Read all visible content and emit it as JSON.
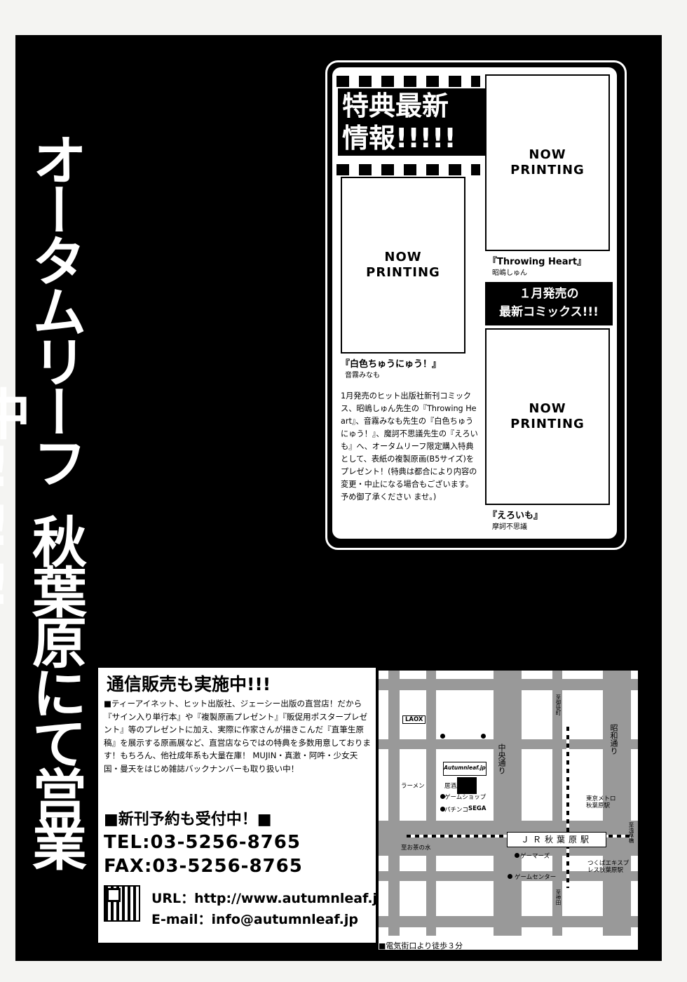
{
  "banner": {
    "line1": "オータムリーフ",
    "line2": "秋葉原にて営業中!!!"
  },
  "bonus": {
    "heading_line1": "特典最新",
    "heading_line2": "情報!!!!!",
    "now_printing_1": "NOW",
    "now_printing_2": "PRINTING",
    "covers": [
      {
        "title": "『Throwing Heart』",
        "author": "昭嶋しゅん"
      },
      {
        "title": "『白色ちゅうにゅう！』",
        "author": "音霧みなも"
      },
      {
        "title": "『えろいも』",
        "author": "摩訶不思議"
      }
    ],
    "release_line1": "１月発売の",
    "release_line2": "最新コミックス!!!",
    "body": "1月発売のヒット出版社新刊コミックス、昭嶋しゅん先生の『Throwing Heart』、音霧みなも先生の『白色ちゅうにゅう！』、魔訶不思議先生の『えろいも』へ、オータムリーフ限定購入特典として、表紙の複製原画(B5サイズ)をプレゼント！(特典は都合により内容の変更・中止になる場合もございます。予め御了承ください ませ。)"
  },
  "info": {
    "mailorder": "通信販売も実施中!!!",
    "description": "■ティーアイネット、ヒット出版社、ジェーシー出版の直営店！だから『サイン入り単行本』や『複製原画プレゼント』『販促用ポスタープレゼント』等のプレゼントに加え、実際に作家さんが描きこんだ『直筆生原稿』を展示する原画展など、直営店ならではの特典を多数用意しております！もちろん、他社成年系も大量在庫！ MUJIN・真激・阿吽・少女天国・曼天をはじめ雑誌バックナンバーも取り扱い中！",
    "preorder": "■新刊予約も受付中！■",
    "tel": "TEL:03-5256-8765",
    "fax": "FAX:03-5256-8765",
    "url": "URL：http://www.autumnleaf.jp",
    "email": "E-mail：info@autumnleaf.jp"
  },
  "map": {
    "laox": "LAOX",
    "ramen": "ラーメン",
    "store": "Autumnleaf.jp",
    "izakaya": "居酒屋",
    "gameshop": "ゲームショップ",
    "pachinko": "パチンコ",
    "sega": "SEGA",
    "jr_station": "ＪＲ秋葉原駅",
    "ochanomizu": "至お茶の水",
    "gamers": "ゲーマーズ",
    "gamecenter": "ゲームセンター",
    "metro": "東京メトロ秋葉原駅",
    "tsukuba": "つくばエキスプレス秋葉原駅",
    "chuo_dori": "中央通り",
    "showa_dori": "昭和通り",
    "okachimachi": "至御徒町",
    "asakusabashi": "至浅草橋",
    "kanda": "至神田",
    "walk": "■電気街口より徒歩３分"
  }
}
